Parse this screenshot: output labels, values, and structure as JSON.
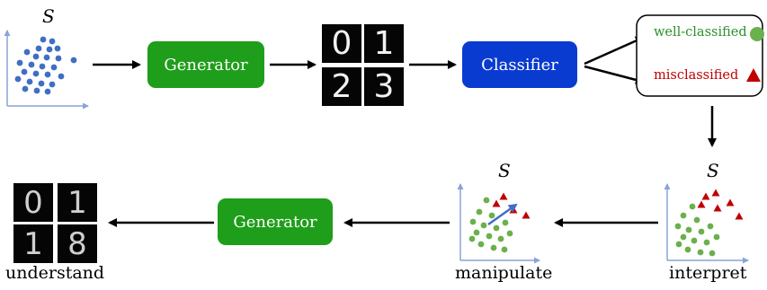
{
  "top": {
    "space_label": "S",
    "generator_label": "Generator",
    "classifier_label": "Classifier",
    "digits": [
      "0",
      "1",
      "2",
      "3"
    ],
    "outcomes": {
      "well": "well-classified",
      "mis": "misclassified"
    }
  },
  "bottom": {
    "space_label_manipulate": "S",
    "space_label_interpret": "S",
    "generator_label": "Generator",
    "digits": [
      "0",
      "1",
      "1",
      "8"
    ],
    "captions": {
      "understand": "understand",
      "manipulate": "manipulate",
      "interpret": "interpret"
    }
  },
  "colors": {
    "generator": "#1e9e1a",
    "classifier": "#0a3bd0",
    "latent_point": "#3f6fc4",
    "well_point": "#6ab04c",
    "mis_point": "#c00000",
    "axis": "#8aa2d8",
    "well_text": "#2c8f2c",
    "mis_text": "#c00000"
  },
  "icons": [
    "green-circle-icon",
    "red-triangle-icon",
    "arrow-icon"
  ]
}
